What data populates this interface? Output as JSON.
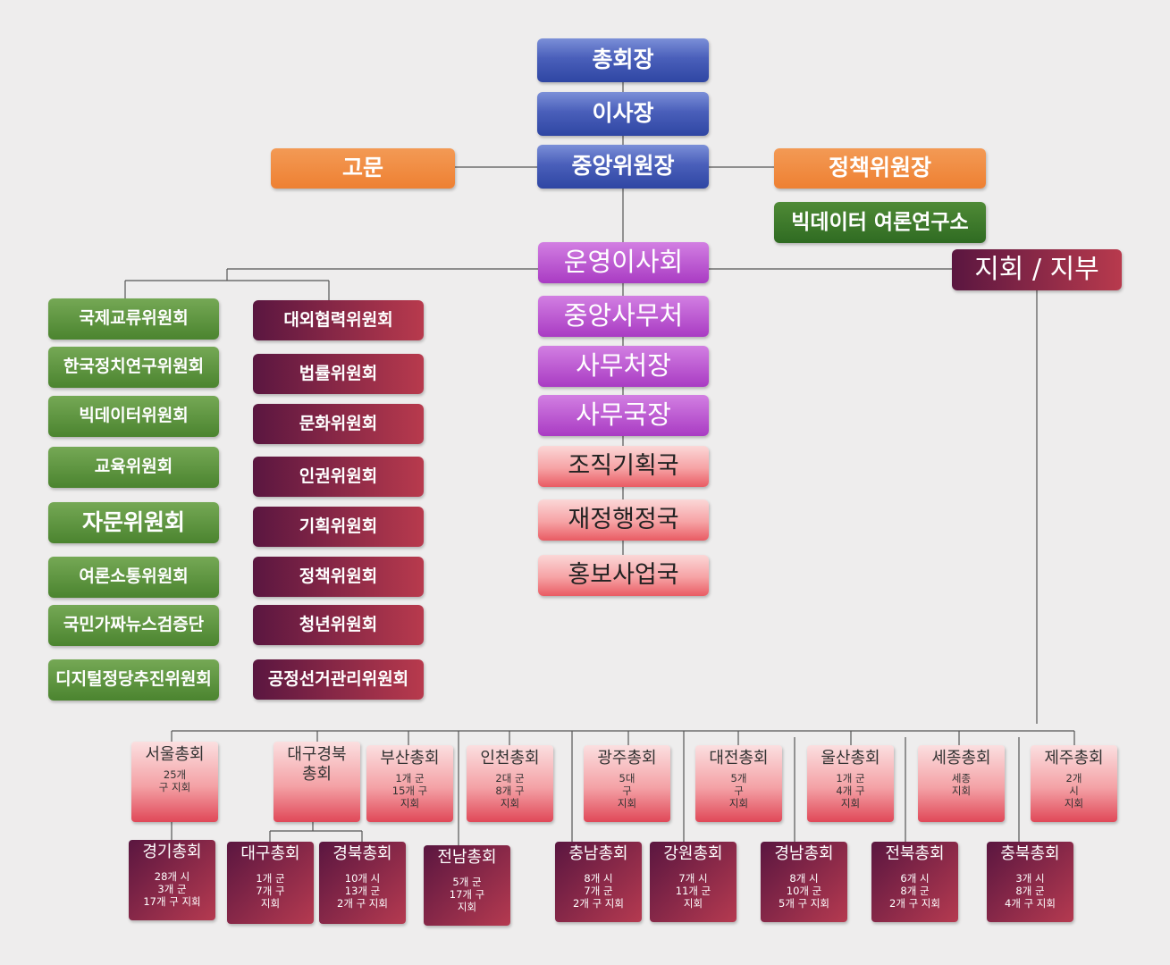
{
  "top": {
    "chairman": "총회장",
    "director": "이사장",
    "central_chair": "중앙위원장",
    "advisor": "고문",
    "policy_chair": "정책위원장",
    "bigdata_lab": "빅데이터 여론연구소"
  },
  "operation": {
    "board": "운영이사회",
    "branch_header": "지회 / 지부",
    "secretariat": [
      "중앙사무처",
      "사무처장",
      "사무국장"
    ],
    "bureaus": [
      "조직기획국",
      "재정행정국",
      "홍보사업국"
    ]
  },
  "committees_left": [
    "국제교류위원회",
    "한국정치연구위원회",
    "빅데이터위원회",
    "교육위원회",
    "자문위원회",
    "여론소통위원회",
    "국민가짜뉴스검증단",
    "디지털정당추진위원회"
  ],
  "committees_right": [
    "대외협력위원회",
    "법률위원회",
    "문화위원회",
    "인권위원회",
    "기획위원회",
    "정책위원회",
    "청년위원회",
    "공정선거관리위원회"
  ],
  "regions_upper": [
    {
      "name": "서울총회",
      "sub": "25개\n구 지회"
    },
    {
      "name": "대구경북\n총회",
      "sub": ""
    },
    {
      "name": "부산총회",
      "sub": "1개 군\n15개 구\n지회"
    },
    {
      "name": "인천총회",
      "sub": "2대 군\n8개 구\n지회"
    },
    {
      "name": "광주총회",
      "sub": "5대\n구\n지회"
    },
    {
      "name": "대전총회",
      "sub": "5개\n구\n지회"
    },
    {
      "name": "울산총회",
      "sub": "1개 군\n4개 구\n지회"
    },
    {
      "name": "세종총회",
      "sub": "세종\n지회"
    },
    {
      "name": "제주총회",
      "sub": "2개\n시\n지회"
    }
  ],
  "regions_lower": [
    {
      "name": "경기총회",
      "sub": "28개 시\n3개 군\n17개 구 지회"
    },
    {
      "name": "대구총회",
      "sub": "1개 군\n7개 구\n지회"
    },
    {
      "name": "경북총회",
      "sub": "10개 시\n13개 군\n2개 구 지회"
    },
    {
      "name": "전남총회",
      "sub": "5개 군\n17개 구\n지회"
    },
    {
      "name": "충남총회",
      "sub": "8개 시\n7개 군\n2개 구 지회"
    },
    {
      "name": "강원총회",
      "sub": "7개 시\n11개 군\n지회"
    },
    {
      "name": "경남총회",
      "sub": "8개 시\n10개 군\n5개 구 지회"
    },
    {
      "name": "전북총회",
      "sub": "6개 시\n8개 군\n2개 구 지회"
    },
    {
      "name": "충북총회",
      "sub": "3개 시\n8개 군\n4개 구 지회"
    }
  ],
  "colors": {
    "blue": "#3a52b0",
    "orange": "#ee8032",
    "dark_green": "#2f6b22",
    "green": "#5a9340",
    "maroon": "#7a2047",
    "violet": "#b24ad0",
    "pink": "#f4a0a4",
    "line": "#555555",
    "background": "#eeeded"
  }
}
